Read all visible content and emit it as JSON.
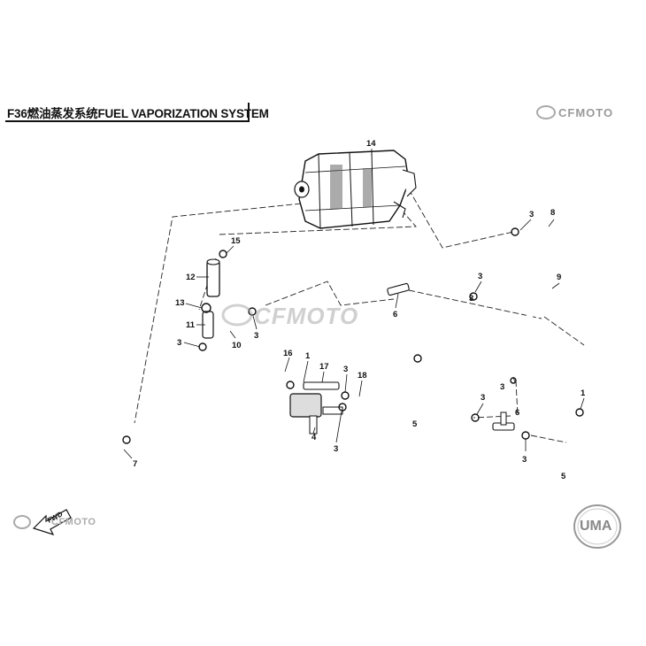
{
  "title": {
    "text": "F36燃油蒸发系统FUEL VAPORIZATION SYSTEM"
  },
  "brands": {
    "top_right": "CFMOTO",
    "watermark": "CFMOTO",
    "bottom_left": "CFMOTO",
    "bottom_right": "UMA"
  },
  "fwd_label": "FWD",
  "part_labels": [
    "14",
    "15",
    "12",
    "13",
    "11",
    "3",
    "10",
    "3",
    "8",
    "3",
    "9",
    "3",
    "6",
    "1",
    "16",
    "17",
    "3",
    "18",
    "4",
    "3",
    "5",
    "3",
    "3",
    "6",
    "3",
    "3",
    "1",
    "5",
    "7"
  ]
}
